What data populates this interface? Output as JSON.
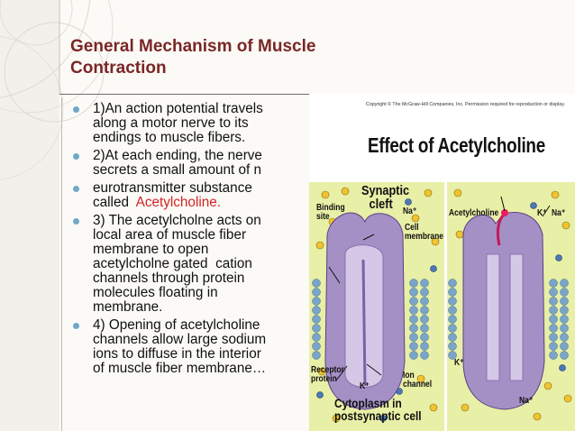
{
  "slide": {
    "title_line1": "General Mechanism of Muscle",
    "title_line2": "Contraction",
    "bullets": [
      {
        "lines": [
          "1)An action potential travels",
          "along a motor nerve to its",
          "endings to muscle fibers."
        ]
      },
      {
        "lines": [
          "2)At each ending, the nerve",
          "secrets a small amount of n"
        ]
      },
      {
        "lines": [
          "eurotransmitter substance"
        ],
        "last_prefix": "called  ",
        "last_highlight": "Acetylcholine."
      },
      {
        "lines": [
          "3) The acetylcholne acts on",
          "local area of muscle fiber",
          "membrane to open",
          "acetylcholne gated  cation",
          "channels through protein",
          "molecules floating in",
          "membrane."
        ]
      },
      {
        "lines": [
          "4) Opening of acetylcholine",
          "channels allow large sodium",
          "ions to diffuse in the interior",
          "of muscle fiber membrane…"
        ]
      }
    ]
  },
  "figure": {
    "copyright": "Copyright © The McGraw-Hill Companies, Inc. Permission required for reproduction or display.",
    "title": "Effect of Acetylcholine",
    "labels": {
      "synaptic_cleft_1": "Synaptic",
      "synaptic_cleft_2": "cleft",
      "binding_site_1": "Binding",
      "binding_site_2": "site",
      "na_left": "Na⁺",
      "cell_membrane_1": "Cell",
      "cell_membrane_2": "membrane",
      "acetylcholine": "Acetylcholine",
      "k_top": "K⁺",
      "na_top_right": "Na⁺",
      "receptor_protein_1": "Receptor",
      "receptor_protein_2": "protein",
      "k_bottom_left": "K⁺",
      "ion_channel_1": "Ion",
      "ion_channel_2": "channel",
      "cytoplasm_1": "Cytoplasm in",
      "cytoplasm_2": "postsynaptic cell",
      "k_right": "K⁺",
      "na_bottom_right": "Na⁺"
    },
    "colors": {
      "background_panel": "#e8efa6",
      "protein": "#a590c6",
      "protein_light": "#d5c8e6",
      "channel": "#7c61a8",
      "membrane_bead": "#7aa5c8",
      "ion_yellow": "#f0c430",
      "ion_blue": "#4c78b6"
    }
  }
}
